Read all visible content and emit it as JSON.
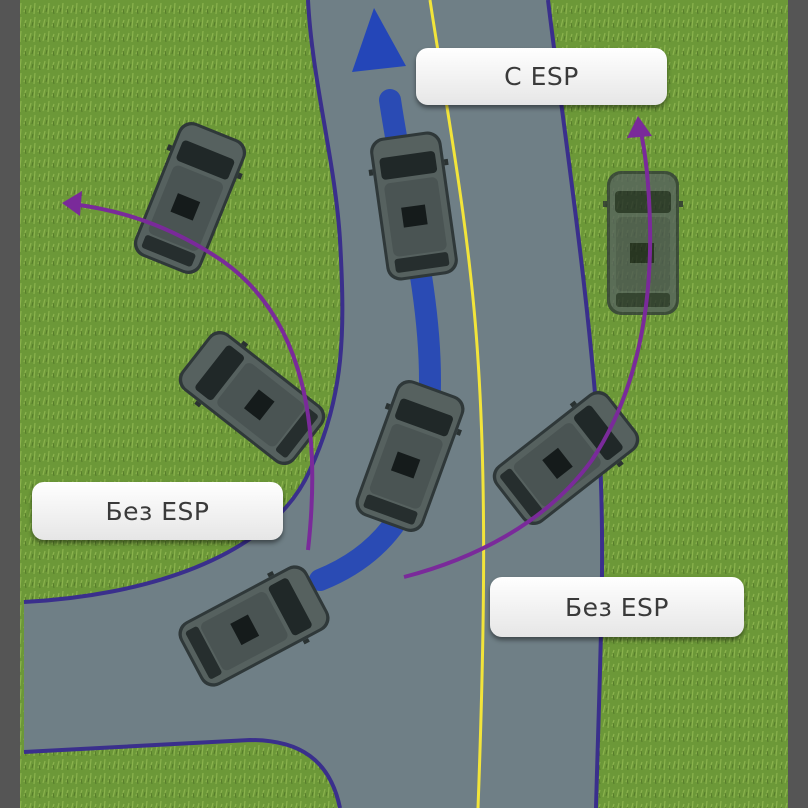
{
  "labels": {
    "with_esp": "С ESP",
    "without_esp_left": "Без ESP",
    "without_esp_right": "Без ESP"
  },
  "colors": {
    "grass": "#6f9a3a",
    "road": "#6c7b82",
    "road_edge": "#3a2f8c",
    "center_line": "#f2e43a",
    "path_with_esp": "#2446b8",
    "path_without_esp": "#7a2a9a",
    "car": "#4b5556",
    "frame": "#555555"
  },
  "icons": {
    "car": "suv-top-view-icon",
    "arrow_with_esp": "arrow-up-icon",
    "arrow_without_esp": "curved-arrow-icon"
  }
}
